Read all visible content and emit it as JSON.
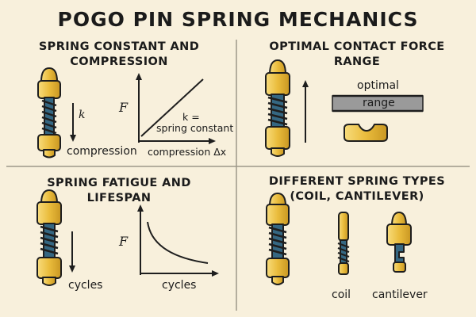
{
  "title": "POGO PIN SPRING MECHANICS",
  "colors": {
    "background": "#f8f0dc",
    "gold": "#e9b93a",
    "gold_light": "#f6d877",
    "spring": "#3d6f8a",
    "range_bar": "#9a9a9a",
    "outline": "#1e1e1e"
  },
  "panels": {
    "spring_constant": {
      "title_line1": "SPRING CONSTANT AND",
      "title_line2": "COMPRESSION",
      "arrow_label": "k",
      "compression_label": "compression",
      "y_axis_label": "F",
      "line_label_line1": "k =",
      "line_label_line2": "spring constant",
      "x_axis_label": "compression Δx"
    },
    "contact_force": {
      "title_line1": "OPTIMAL CONTACT FORCE",
      "title_line2": "RANGE",
      "optimal_label": "optimal",
      "range_label": "range"
    },
    "fatigue": {
      "title_line1": "SPRING FATIGUE AND",
      "title_line2": "LIFESPAN",
      "cycles_label_left": "cycles",
      "y_axis_label": "F",
      "x_axis_label": "cycles"
    },
    "spring_types": {
      "title_line1": "DIFFERENT SPRING TYPES",
      "title_line2": "(COIL, CANTILEVER)",
      "coil_label": "coil",
      "cantilever_label": "cantilever"
    }
  }
}
